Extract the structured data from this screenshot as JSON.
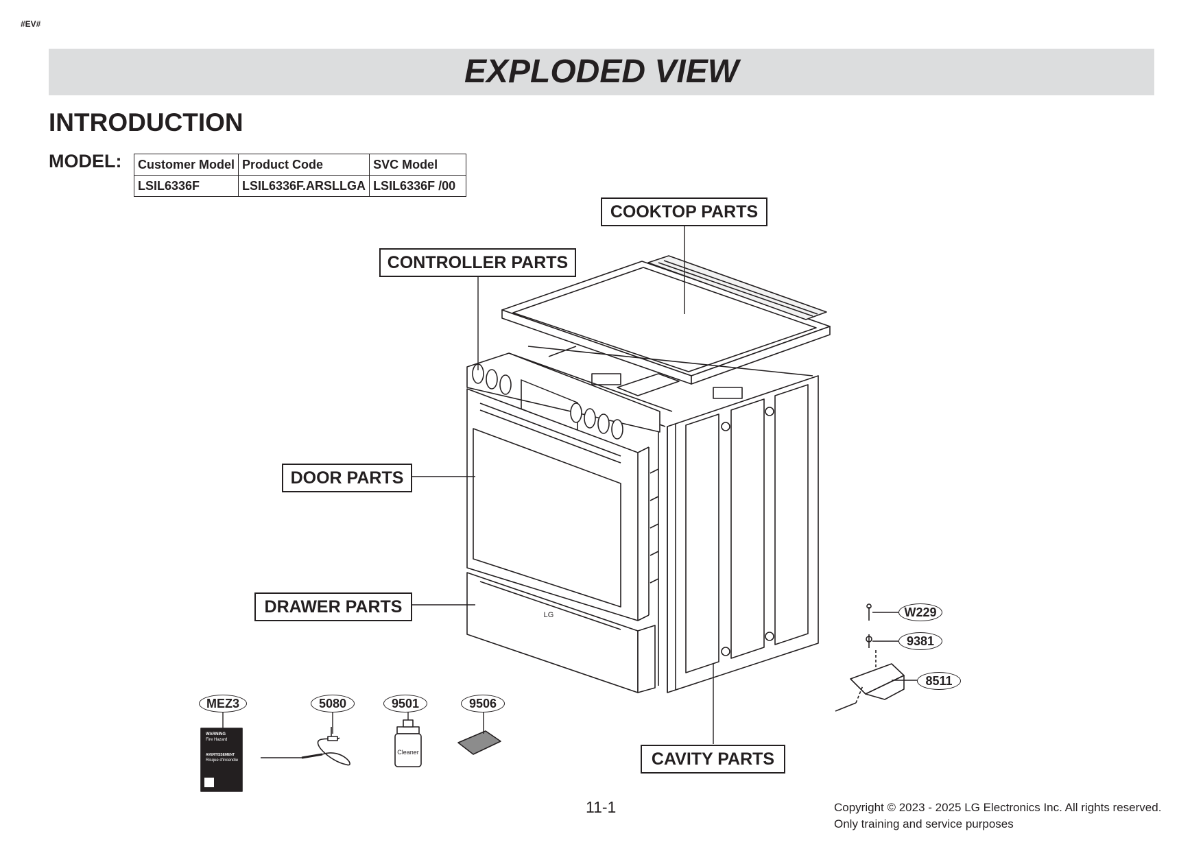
{
  "page_tag": "#EV#",
  "banner_title": "EXPLODED VIEW",
  "section_heading": "INTRODUCTION",
  "model_label": "MODEL:",
  "model_table": {
    "headers": [
      "Customer Model",
      "Product Code",
      "SVC Model"
    ],
    "row": [
      "LSIL6336F",
      "LSIL6336F.ARSLLGA",
      "LSIL6336F  /00"
    ]
  },
  "part_groups": {
    "cooktop": "COOKTOP PARTS",
    "controller": "CONTROLLER PARTS",
    "door": "DOOR PARTS",
    "drawer": "DRAWER PARTS",
    "cavity": "CAVITY PARTS"
  },
  "part_codes": {
    "w229": "W229",
    "p9381": "9381",
    "p8511": "8511",
    "mez3": "MEZ3",
    "p5080": "5080",
    "p9501": "9501",
    "p9506": "9506"
  },
  "cleaner_bottle_label": "Cleaner",
  "appliance_logo": "LG",
  "warning_label": {
    "title": "WARNING",
    "subtitle": "Fire Hazard",
    "title_fr": "AVERTISSEMENT",
    "subtitle_fr": "Risque d'incendie"
  },
  "page_number": "11-1",
  "copyright": "Copyright © 2023 - 2025 LG Electronics Inc. All rights reserved.",
  "usage_note": "Only training and service purposes"
}
